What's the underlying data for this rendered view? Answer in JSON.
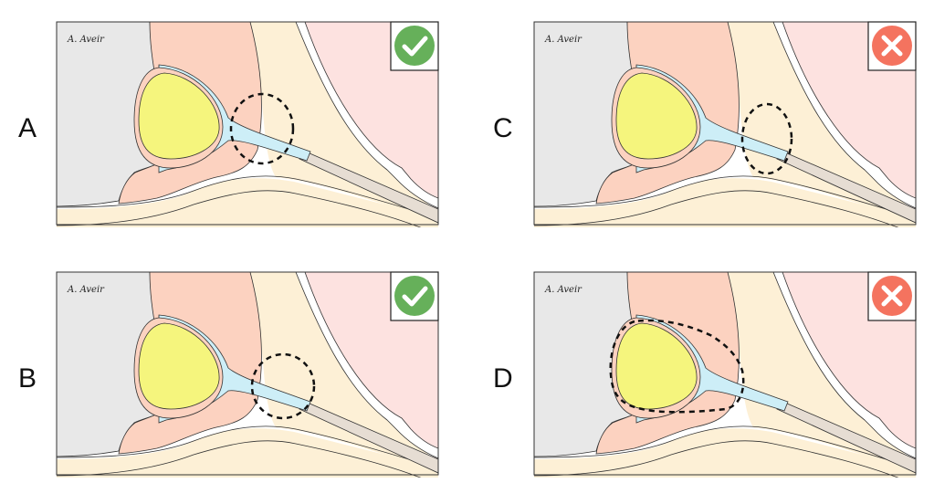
{
  "figure": {
    "description": "Four-panel anatomical diagram comparing needle/catheter tip positions relative to a nerve sheath",
    "signature": "A. Aveir",
    "panels": [
      {
        "id": "A",
        "label": "A",
        "verdict": "correct",
        "verdict_icon": "check-icon",
        "highlight": "circle at nerve exit through salmon tissue boundary"
      },
      {
        "id": "B",
        "label": "B",
        "verdict": "correct",
        "verdict_icon": "check-icon",
        "highlight": "circle around nerve tube near sheath tip"
      },
      {
        "id": "C",
        "label": "C",
        "verdict": "incorrect",
        "verdict_icon": "cross-icon",
        "highlight": "oval around sheath tip further distal"
      },
      {
        "id": "D",
        "label": "D",
        "verdict": "incorrect",
        "verdict_icon": "cross-icon",
        "highlight": "large outline enclosing the yellow bulb and capsule"
      }
    ]
  },
  "colors": {
    "gray_region": "#e8e8e8",
    "salmon_region": "#fcd2c0",
    "cream_region": "#fdf0d6",
    "pink_region": "#fde2e0",
    "yellow_body": "#f5f57d",
    "blue_sheath": "#cdeef7",
    "catheter": "#e6ddd3",
    "check_green": "#66b05a",
    "cross_red": "#f4735f",
    "outline": "#333333"
  }
}
